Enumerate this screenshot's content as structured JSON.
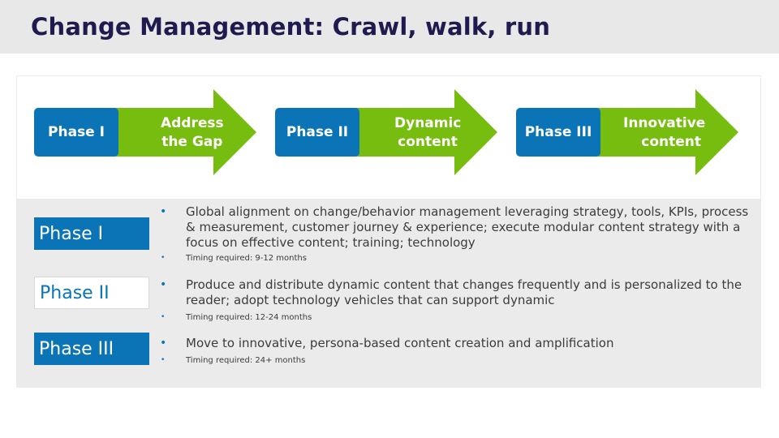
{
  "title": "Change Management: Crawl, walk, run",
  "flow": [
    {
      "phase": "Phase I",
      "outcome_line1": "Address",
      "outcome_line2": "the Gap"
    },
    {
      "phase": "Phase II",
      "outcome_line1": "Dynamic",
      "outcome_line2": "content"
    },
    {
      "phase": "Phase III",
      "outcome_line1": "Innovative",
      "outcome_line2": "content"
    }
  ],
  "phases": [
    {
      "label": "Phase I",
      "description": "Global alignment on change/behavior management leveraging strategy, tools, KPIs, process & measurement, customer journey & experience; execute modular content strategy with a focus on effective content; training; technology",
      "timing": "Timing required:  9-12 months"
    },
    {
      "label": "Phase II",
      "description": "Produce and distribute dynamic content that changes frequently and is personalized to the reader; adopt technology vehicles that can support dynamic",
      "timing": "Timing required:  12-24 months"
    },
    {
      "label": "Phase III",
      "description": "Move to innovative, persona-based content creation and amplification",
      "timing": "Timing required:  24+ months"
    }
  ],
  "colors": {
    "title": "#1f1b4e",
    "phase_blue": "#0a74b7",
    "arrow_green": "#77bd0f",
    "header_gray": "#e8e8e8",
    "panel_gray": "#ebebeb"
  },
  "bullet_glyph": "•"
}
